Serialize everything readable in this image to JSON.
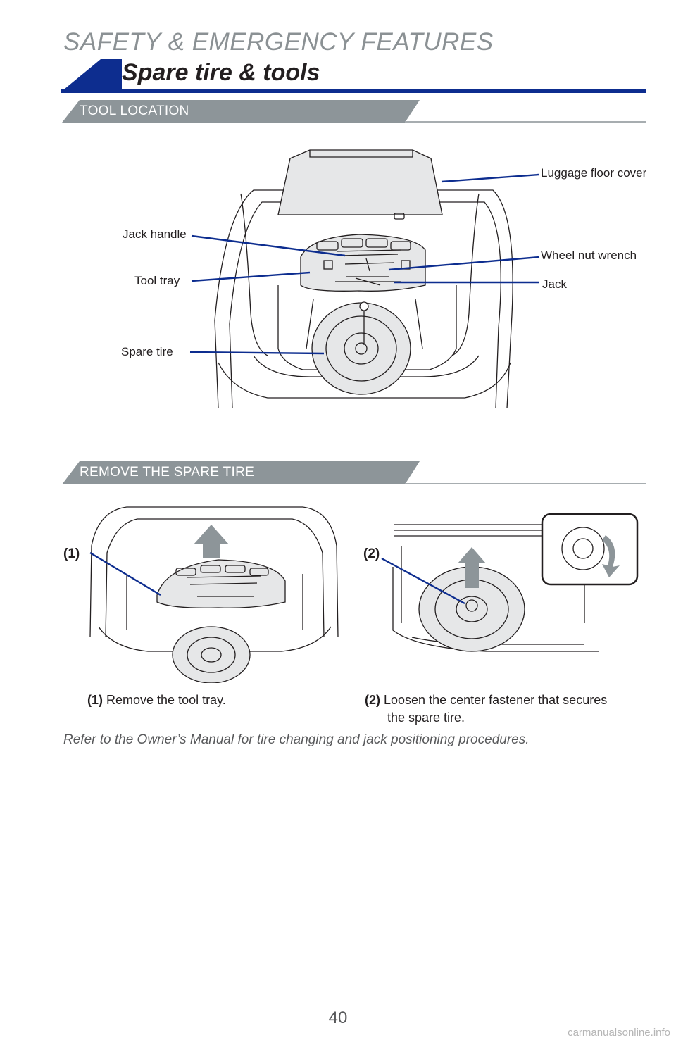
{
  "header": {
    "section": "SAFETY & EMERGENCY FEATURES",
    "title": "Spare tire & tools"
  },
  "colors": {
    "accent": "#0d2d8f",
    "subhead_bar": "#8d9599",
    "rule": "#a7adb0",
    "leader": "#0d2d8f"
  },
  "tool_location": {
    "heading": "TOOL LOCATION",
    "labels": {
      "luggage_floor_cover": "Luggage floor cover",
      "jack_handle": "Jack handle",
      "wheel_nut_wrench": "Wheel nut wrench",
      "tool_tray": "Tool tray",
      "jack": "Jack",
      "spare_tire": "Spare tire"
    }
  },
  "remove_spare": {
    "heading": "REMOVE THE SPARE TIRE",
    "steps": [
      {
        "tag": "(1)",
        "text": "Remove the tool tray."
      },
      {
        "tag": "(2)",
        "text": "Loosen the center fastener that secures the spare tire."
      }
    ]
  },
  "note": "Refer to the Owner’s Manual for tire changing and jack positioning procedures.",
  "footer": {
    "page_number": "40",
    "watermark": "carmanualsonline.info"
  }
}
